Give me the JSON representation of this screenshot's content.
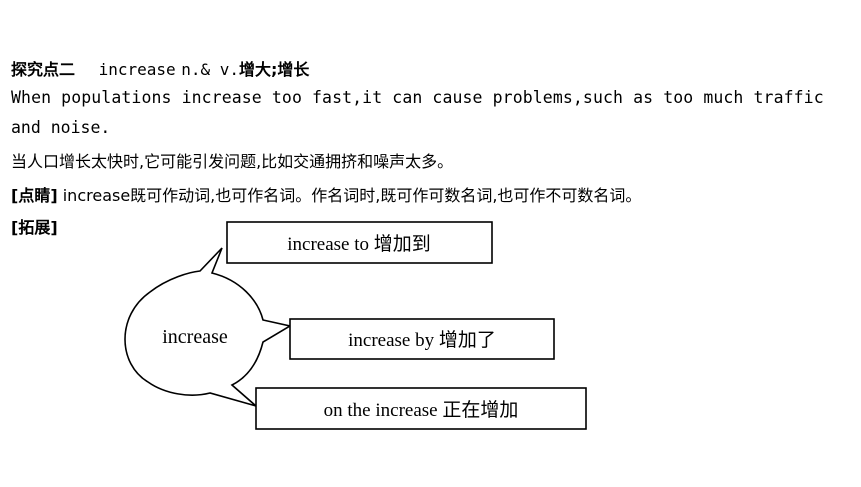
{
  "heading": {
    "title": "探究点二",
    "keyword": "increase",
    "pos": "n.& v.",
    "meaning": "增大;增长"
  },
  "example": {
    "line1": "When populations increase too fast,it can cause problems,such as too much traffic",
    "line2": "and noise.",
    "translation": "当人口增长太快时,它可能引发问题,比如交通拥挤和噪声太多。"
  },
  "note": {
    "label": "[点睛]",
    "text": "increase既可作动词,也可作名词。作名词时,既可作可数名词,也可作不可数名词。"
  },
  "expand_label": "[拓展]",
  "diagram": {
    "center": "increase",
    "phrases": [
      {
        "text": "increase to 增加到"
      },
      {
        "text": "increase by 增加了"
      },
      {
        "text": "on the increase 正在增加"
      }
    ]
  }
}
